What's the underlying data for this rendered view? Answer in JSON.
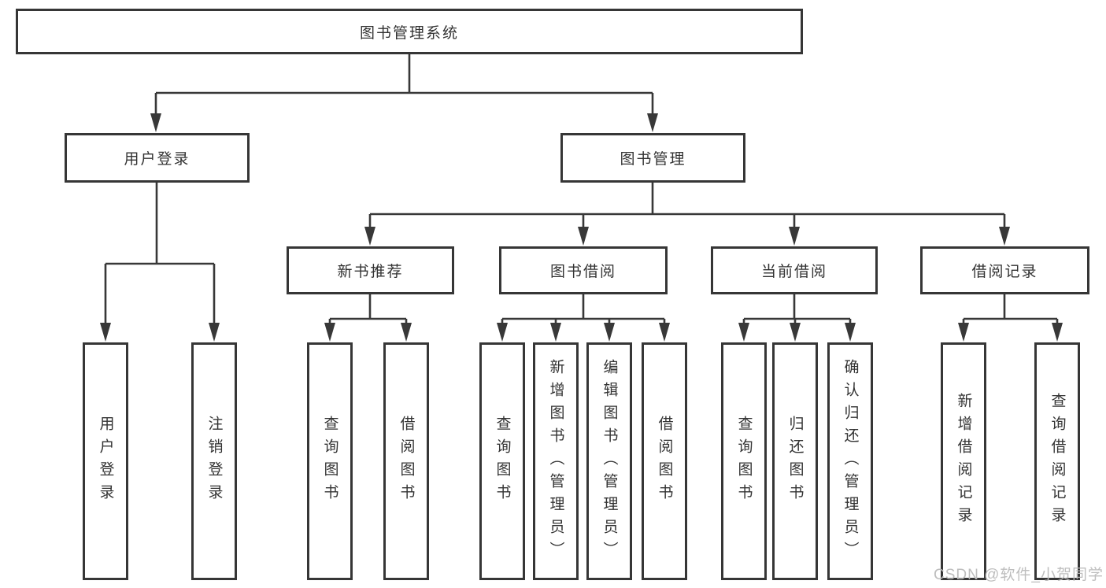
{
  "diagram": {
    "root_label": "图书管理系统",
    "branches": [
      {
        "label": "用户登录",
        "children": [
          {
            "label": "用户登录"
          },
          {
            "label": "注销登录"
          }
        ]
      },
      {
        "label": "图书管理",
        "children": [
          {
            "label": "新书推荐",
            "children": [
              {
                "label": "查询图书"
              },
              {
                "label": "借阅图书"
              }
            ]
          },
          {
            "label": "图书借阅",
            "children": [
              {
                "label": "查询图书"
              },
              {
                "label": "新增图书（管理员）"
              },
              {
                "label": "编辑图书（管理员）"
              },
              {
                "label": "借阅图书"
              }
            ]
          },
          {
            "label": "当前借阅",
            "children": [
              {
                "label": "查询图书"
              },
              {
                "label": "归还图书"
              },
              {
                "label": "确认归还（管理员）"
              }
            ]
          },
          {
            "label": "借阅记录",
            "children": [
              {
                "label": "新增借阅记录"
              },
              {
                "label": "查询借阅记录"
              }
            ]
          }
        ]
      }
    ]
  },
  "watermark": {
    "text": "CSDN @软件_小贺同学"
  },
  "colors": {
    "line": "#383838",
    "box_border": "#363636",
    "text": "#333333",
    "watermark": "#bbbbbb",
    "background": "#ffffff"
  }
}
